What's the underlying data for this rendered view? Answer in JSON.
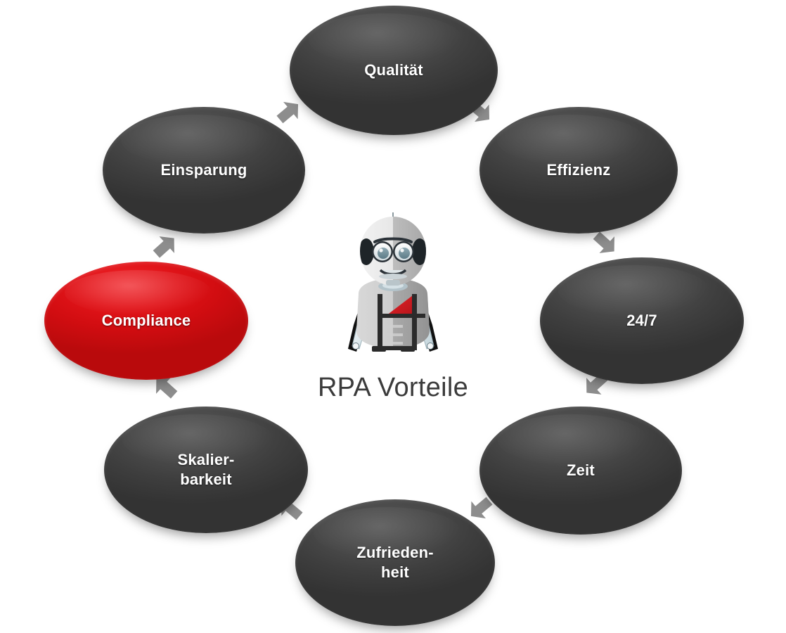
{
  "diagram": {
    "title": "RPA Vorteile",
    "center": {
      "caption": "RPA Vorteile",
      "icon": "robot-icon"
    },
    "colors": {
      "node_dark": "#4a4a4a",
      "node_highlight_red": "#d81014",
      "arrow_gray": "#8c8c8c",
      "label_text": "#ffffff",
      "caption_text": "#3b3b3b",
      "background": "#ffffff"
    },
    "nodes": [
      {
        "id": "qualitaet",
        "label": "Qualität",
        "state": "normal",
        "position": "top"
      },
      {
        "id": "effizienz",
        "label": "Effizienz",
        "state": "normal",
        "position": "top-right"
      },
      {
        "id": "24-7",
        "label": "24/7",
        "state": "normal",
        "position": "right"
      },
      {
        "id": "zeit",
        "label": "Zeit",
        "state": "normal",
        "position": "bottom-right"
      },
      {
        "id": "zufriedenheit",
        "label": "Zufrieden-\nheit",
        "state": "normal",
        "position": "bottom"
      },
      {
        "id": "skalierbarkeit",
        "label": "Skalier-\nbarkeit",
        "state": "normal",
        "position": "bottom-left"
      },
      {
        "id": "compliance",
        "label": "Compliance",
        "state": "highlight",
        "position": "left"
      },
      {
        "id": "einsparung",
        "label": "Einsparung",
        "state": "normal",
        "position": "top-left"
      }
    ],
    "arrows": [
      {
        "id": "arrow-einsparung-qualitaet",
        "from": "einsparung",
        "to": "qualitaet"
      },
      {
        "id": "arrow-qualitaet-effizienz",
        "from": "qualitaet",
        "to": "effizienz"
      },
      {
        "id": "arrow-effizienz-24-7",
        "from": "effizienz",
        "to": "24-7"
      },
      {
        "id": "arrow-24-7-zeit",
        "from": "24-7",
        "to": "zeit"
      },
      {
        "id": "arrow-zeit-zufriedenheit",
        "from": "zeit",
        "to": "zufriedenheit"
      },
      {
        "id": "arrow-zufriedenheit-skalierbarkeit",
        "from": "zufriedenheit",
        "to": "skalierbarkeit"
      },
      {
        "id": "arrow-skalierbarkeit-compliance",
        "from": "skalierbarkeit",
        "to": "compliance"
      },
      {
        "id": "arrow-compliance-einsparung",
        "from": "compliance",
        "to": "einsparung"
      }
    ]
  }
}
